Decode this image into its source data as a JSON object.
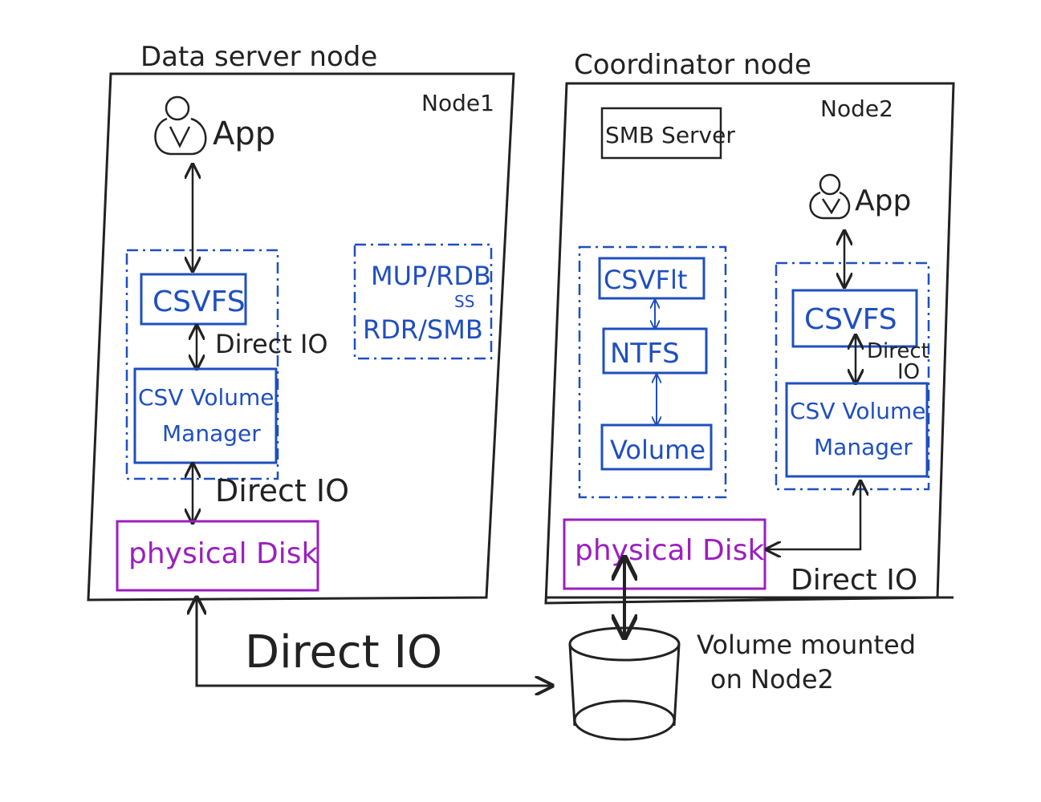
{
  "labels": {
    "data_server_node": "Data server node",
    "coordinator_node": "Coordinator node",
    "node1": "Node1",
    "node2": "Node2",
    "app_left": "App",
    "app_right": "App",
    "smb_server": "SMB Server",
    "mup_rdb": "MUP/RDB",
    "ss": "SS",
    "rdr_smb": "RDR/SMB",
    "csvfs_left": "CSVFS",
    "csvfs_right": "CSVFS",
    "direct_io_left_1": "Direct IO",
    "direct_io_left_2": "Direct IO",
    "csv_volume_left_1": "CSV Volume",
    "csv_volume_left_2": "Manager",
    "csv_volume_right_1": "CSV Volume",
    "csv_volume_right_2": "Manager",
    "direct_right_1": "Direct",
    "direct_right_2": "IO",
    "csvflt": "CSVFlt",
    "ntfs": "NTFS",
    "volume": "Volume",
    "physical_disk_left": "physical Disk",
    "physical_disk_right": "physical Disk",
    "direct_io_right_bottom": "Direct IO",
    "direct_io_bottom": "Direct IO",
    "volume_mounted_1": "Volume mounted",
    "volume_mounted_2": "on Node2"
  },
  "colors": {
    "ink": "#222222",
    "blue": "#1f4fbf",
    "purple": "#9b1fbf"
  },
  "icons": [
    "user-icon-left",
    "user-icon-right",
    "disk-cylinder-icon"
  ]
}
